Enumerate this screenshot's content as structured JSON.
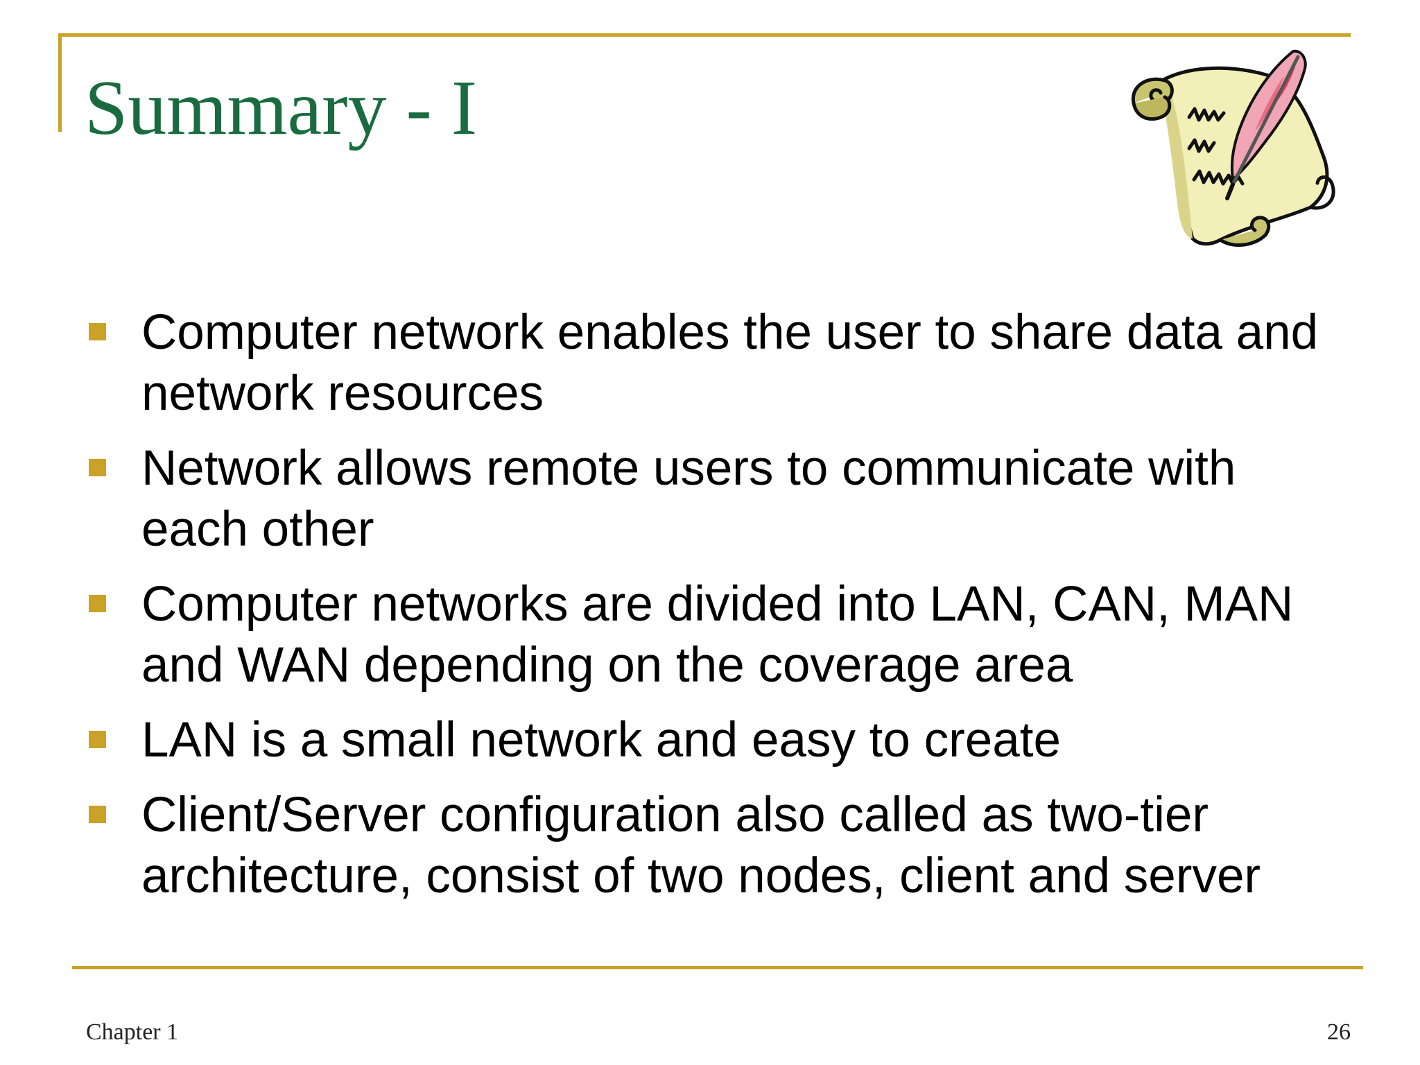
{
  "slide": {
    "title": "Summary - I",
    "bullets": [
      "Computer network enables the user to share data and network resources",
      "Network allows remote users to communicate with each other",
      "Computer networks are divided into LAN, CAN, MAN and WAN depending on the coverage area",
      "LAN is a small network and easy to create",
      "Client/Server configuration also called as two-tier architecture, consist of two nodes, client and server"
    ],
    "footer": {
      "chapter": "Chapter 1",
      "page_number": "26"
    },
    "decoration": {
      "icon": "scroll-quill-icon"
    }
  },
  "colors": {
    "title": "#1a6b3f",
    "accent_gold": "#c9a227",
    "text": "#000000"
  }
}
